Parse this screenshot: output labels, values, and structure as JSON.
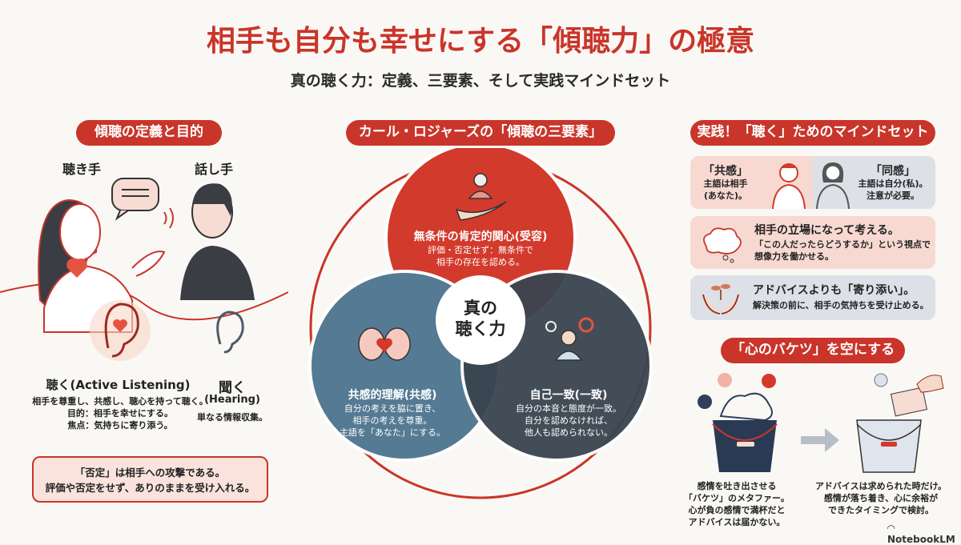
{
  "header": {
    "title": "相手も自分も幸せにする「傾聴力」の極意",
    "subtitle": "真の聴く力：定義、三要素、そして実践マインドセット"
  },
  "left": {
    "heading": "傾聴の定義と目的",
    "listener": "聴き手",
    "speaker": "話し手",
    "active": {
      "title": "聴く(Active Listening)",
      "lines": [
        "相手を尊重し、共感し、聴心を持って聴く。",
        "目的：相手を幸せにする。",
        "焦点：気持ちに寄り添う。"
      ]
    },
    "hearing": {
      "title": "聞く",
      "subtitle": "(Hearing)",
      "desc": "単なる情報収集。"
    },
    "callout": [
      "「否定」は相手への攻撃である。",
      "評価や否定をせず、ありのままを受け入れる。"
    ]
  },
  "center": {
    "heading": "カール・ロジャーズの「傾聴の三要素」",
    "core": [
      "真の",
      "聴く力"
    ],
    "top": {
      "title": "無条件の肯定的関心(受容)",
      "lines": [
        "評価・否定せず：無条件で",
        "相手の存在を認める。"
      ]
    },
    "left": {
      "title": "共感的理解(共感)",
      "lines": [
        "自分の考えを脇に置き、",
        "相手の考えを尊重。",
        "主語を「あなた」にする。"
      ]
    },
    "right": {
      "title": "自己一致(一致)",
      "lines": [
        "自分の本音と態度が一致。",
        "自分を認めなければ、",
        "他人も認められない。"
      ]
    },
    "colors": {
      "top": "#d23a2c",
      "left": "#557a93",
      "right": "#3a4450"
    }
  },
  "right": {
    "heading": "実践！「聴く」ためのマインドセット",
    "empathy": {
      "title": "「共感」",
      "lines": [
        "主語は相手",
        "(あなた)。"
      ]
    },
    "sympathy": {
      "title": "「同感」",
      "lines": [
        "主語は自分(私)。",
        "注意が必要。"
      ]
    },
    "perspective": {
      "title": "相手の立場になって考える。",
      "lines": [
        "「この人だったらどうするか」という視点で",
        "想像力を働かせる。"
      ]
    },
    "advice": {
      "title": "アドバイスよりも「寄り添い」。",
      "desc": "解決策の前に、相手の気持ちを受け止める。"
    },
    "bucket_heading": "「心のバケツ」を空にする",
    "bucket_full": [
      "感情を吐き出させる",
      "「バケツ」のメタファー。",
      "心が負の感情で満杯だと",
      "アドバイスは届かない。"
    ],
    "bucket_empty": [
      "アドバイスは求められた時だけ。",
      "感情が落ち着き、心に余裕が",
      "できたタイミングで検討。"
    ]
  },
  "footer": {
    "brand": "NotebookLM"
  },
  "accent": "#c9352a"
}
